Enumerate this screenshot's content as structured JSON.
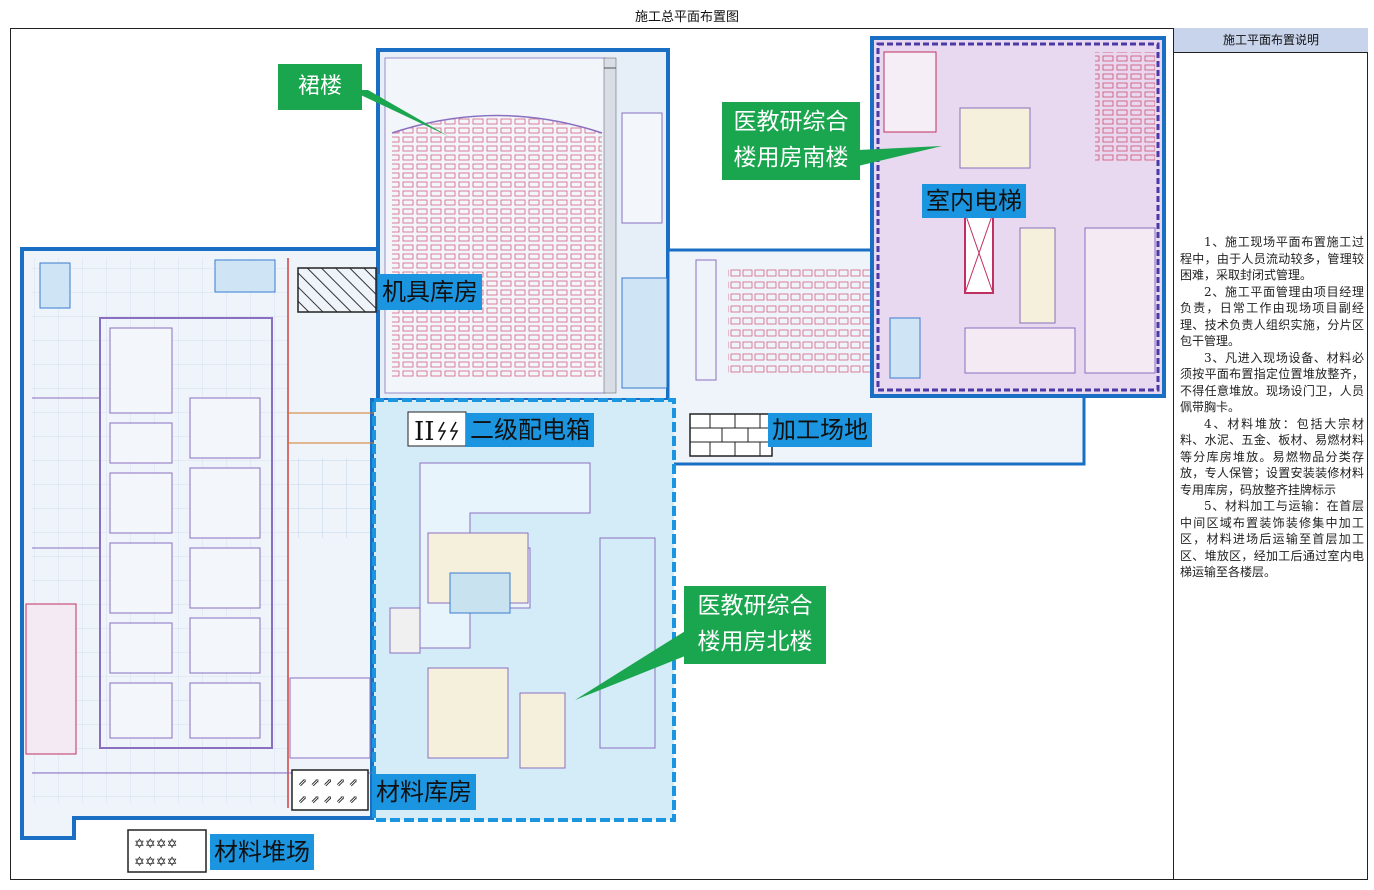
{
  "title": "施工总平面布置图",
  "panel": {
    "heading": "施工平面布置说明",
    "notes": [
      "1、施工现场平面布置施工过程中，由于人员流动较多，管理较困难，采取封闭式管理。",
      "2、施工平面管理由项目经理负责，日常工作由现场项目副经理、技术负责人组织实施，分片区包干管理。",
      "3、凡进入现场设备、材料必须按平面布置指定位置堆放整齐，不得任意堆放。现场设门卫，人员佩带胸卡。",
      "4、材料堆放：包括大宗材料、水泥、五金、板材、易燃材料等分库房堆放。易燃物品分类存放，专人保管；设置安装装修材料专用库房，码放整齐挂牌标示",
      "5、材料加工与运输：在首层中间区域布置装饰装修集中加工区，材料进场后运输至首层加工区、堆放区，经加工后通过室内电梯运输至各楼层。"
    ]
  },
  "labels": {
    "podium": "裙楼",
    "south_building_line1": "医教研综合",
    "south_building_line2": "楼用房南楼",
    "north_building_line1": "医教研综合",
    "north_building_line2": "楼用房北楼",
    "elevator": "室内电梯",
    "tool_warehouse": "机具库房",
    "distribution_box": "二级配电箱",
    "processing_area": "加工场地",
    "material_warehouse": "材料库房",
    "material_yard": "材料堆场"
  },
  "colors": {
    "building_outline": "#1a6fc4",
    "south_outline": "#4a3aa8",
    "south_fill": "#e8d8f0",
    "north_fill": "#d4ecf8",
    "wall": "#8a6fc0",
    "green_callout": "#1aa64e",
    "blue_label": "#1b95e0"
  }
}
